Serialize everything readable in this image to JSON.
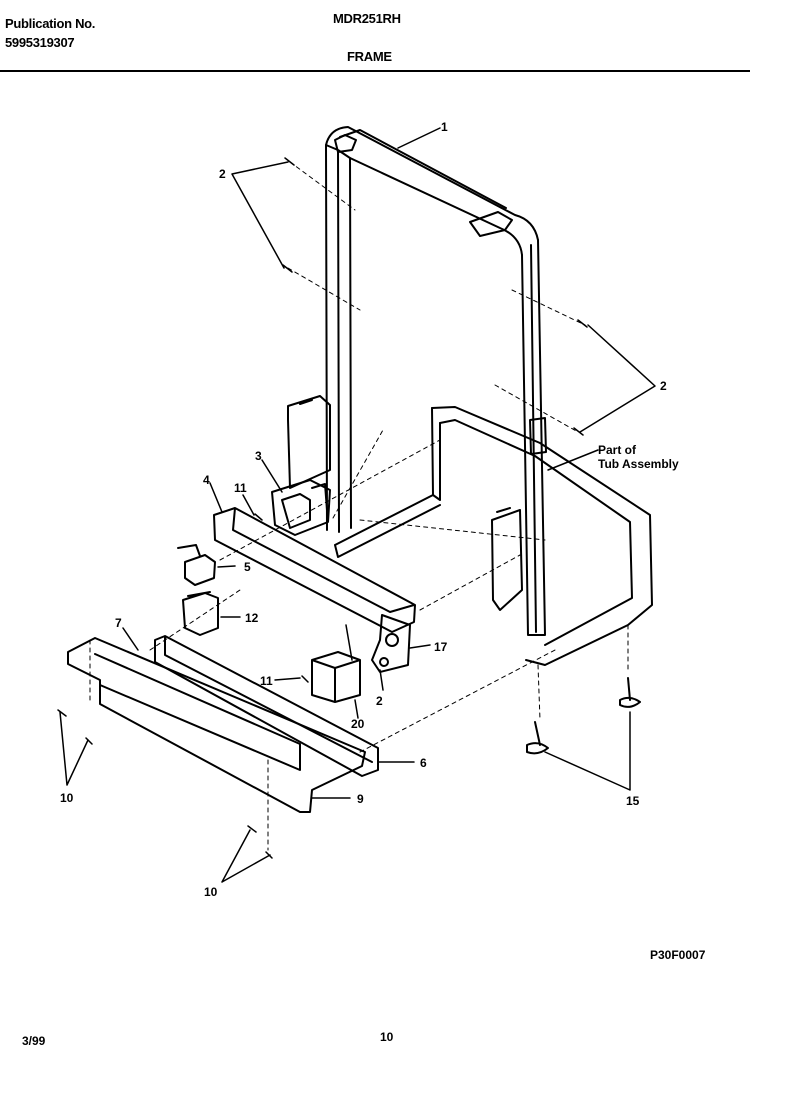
{
  "header": {
    "publication_label": "Publication No.",
    "publication_number": "5995319307",
    "model": "MDR251RH",
    "section_title": "FRAME"
  },
  "callouts": {
    "c1": "1",
    "c2a": "2",
    "c2b": "2",
    "c2c": "2",
    "c3": "3",
    "c4": "4",
    "c5": "5",
    "c6": "6",
    "c7": "7",
    "c9": "9",
    "c10a": "10",
    "c10b": "10",
    "c11a": "11",
    "c11b": "11",
    "c12": "12",
    "c15": "15",
    "c17": "17",
    "c20": "20",
    "tub_line1": "Part of",
    "tub_line2": "Tub Assembly"
  },
  "footer": {
    "figure_code": "P30F0007",
    "date_code": "3/99",
    "page_number": "10"
  }
}
